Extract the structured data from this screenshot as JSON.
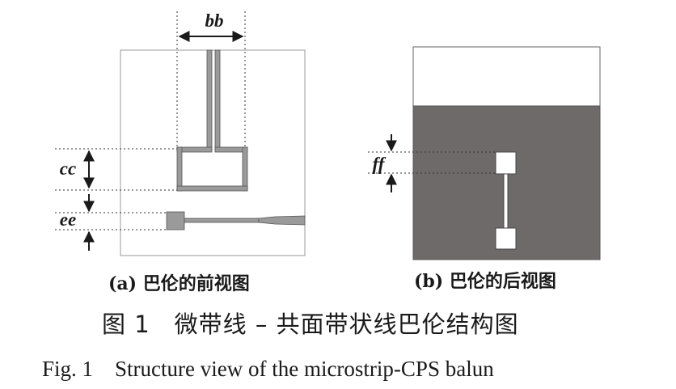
{
  "colors": {
    "metal_fill": "#9a9a9a",
    "ground_fill": "#6e6a6a",
    "outline": "#555555",
    "text": "#1a1a1a"
  },
  "dimensions": {
    "bb": "bb",
    "cc": "cc",
    "ee": "ee",
    "ff": "ff"
  },
  "captions": {
    "panel_a": "(a) 巴伦的前视图",
    "panel_b": "(b) 巴伦的后视图",
    "figure_cn": "图 1　微带线 – 共面带状线巴伦结构图",
    "figure_en": "Fig. 1　Structure view of the microstrip-CPS balun"
  }
}
